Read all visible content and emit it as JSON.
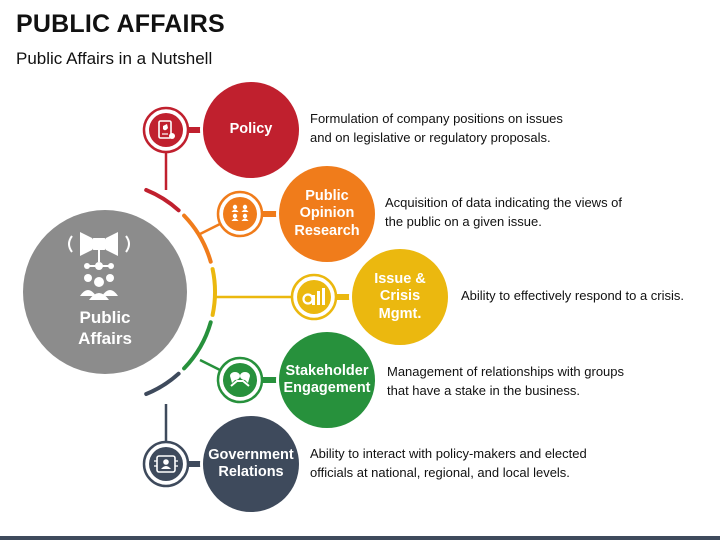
{
  "header": {
    "title": "PUBLIC AFFAIRS",
    "subtitle": "Public Affairs in a Nutshell"
  },
  "center": {
    "label": "Public\nAffairs",
    "icon": "speaker-network-people-icon",
    "color": "#8c8c8c"
  },
  "items": [
    {
      "label": "Policy",
      "description": "Formulation of company positions on issues\nand on legislative or regulatory proposals.",
      "color": "#c0202e",
      "icon": "policy-document-icon"
    },
    {
      "label": "Public\nOpinion\nResearch",
      "description": "Acquisition of data indicating the views of\nthe public on a given issue.",
      "color": "#f07c1b",
      "icon": "people-survey-icon"
    },
    {
      "label": "Issue &\nCrisis\nMgmt.",
      "description": "Ability to effectively respond to a crisis.",
      "color": "#ebb80f",
      "icon": "crisis-chart-icon"
    },
    {
      "label": "Stakeholder\nEngagement",
      "description": "Management of relationships with groups\nthat have a stake in the business.",
      "color": "#27913c",
      "icon": "handshake-chat-icon"
    },
    {
      "label": "Government\nRelations",
      "description": "Ability to interact with policy-makers and elected\nofficials at national, regional, and local levels.",
      "color": "#3e4a5c",
      "icon": "government-id-icon"
    }
  ]
}
